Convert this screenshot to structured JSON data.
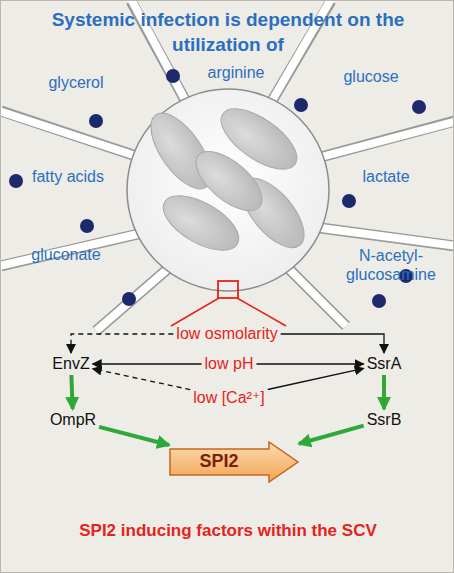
{
  "diagram": {
    "title": "Systemic infection is dependent on the utilization of",
    "caption": "SPI2 inducing factors within the SCV",
    "nodes": [
      {
        "text": [
          "low osmolarity"
        ]
      },
      {
        "text": [
          "EnvZ"
        ]
      },
      {
        "text": [
          "SsrA"
        ]
      },
      {
        "text": [
          "low pH"
        ]
      },
      {
        "text": [
          "low [Ca²⁺]"
        ]
      },
      {
        "text": [
          "OmpR"
        ]
      },
      {
        "text": [
          "SsrB"
        ]
      },
      {
        "text": [
          "SPI2"
        ]
      }
    ],
    "edges": [
      {
        "from": 0,
        "to": 1,
        "arrow": "to"
      },
      {
        "from": 0,
        "to": 2,
        "arrow": "to"
      },
      {
        "from": 3,
        "to": 1,
        "arrow": "to"
      },
      {
        "from": 3,
        "to": 2,
        "arrow": "to"
      },
      {
        "from": 4,
        "to": 1,
        "arrow": "to"
      },
      {
        "from": 4,
        "to": 2,
        "arrow": "to"
      },
      {
        "from": 1,
        "to": 5,
        "arrow": "to"
      },
      {
        "from": 2,
        "to": 6,
        "arrow": "to"
      },
      {
        "from": 5,
        "to": 7,
        "arrow": "to"
      },
      {
        "from": 6,
        "to": 7,
        "arrow": "to"
      }
    ],
    "labels": [
      "glycerol",
      "arginine",
      "glucose",
      "fatty acids",
      "lactate",
      "gluconate",
      "N-acetyl- glucosamine"
    ]
  }
}
